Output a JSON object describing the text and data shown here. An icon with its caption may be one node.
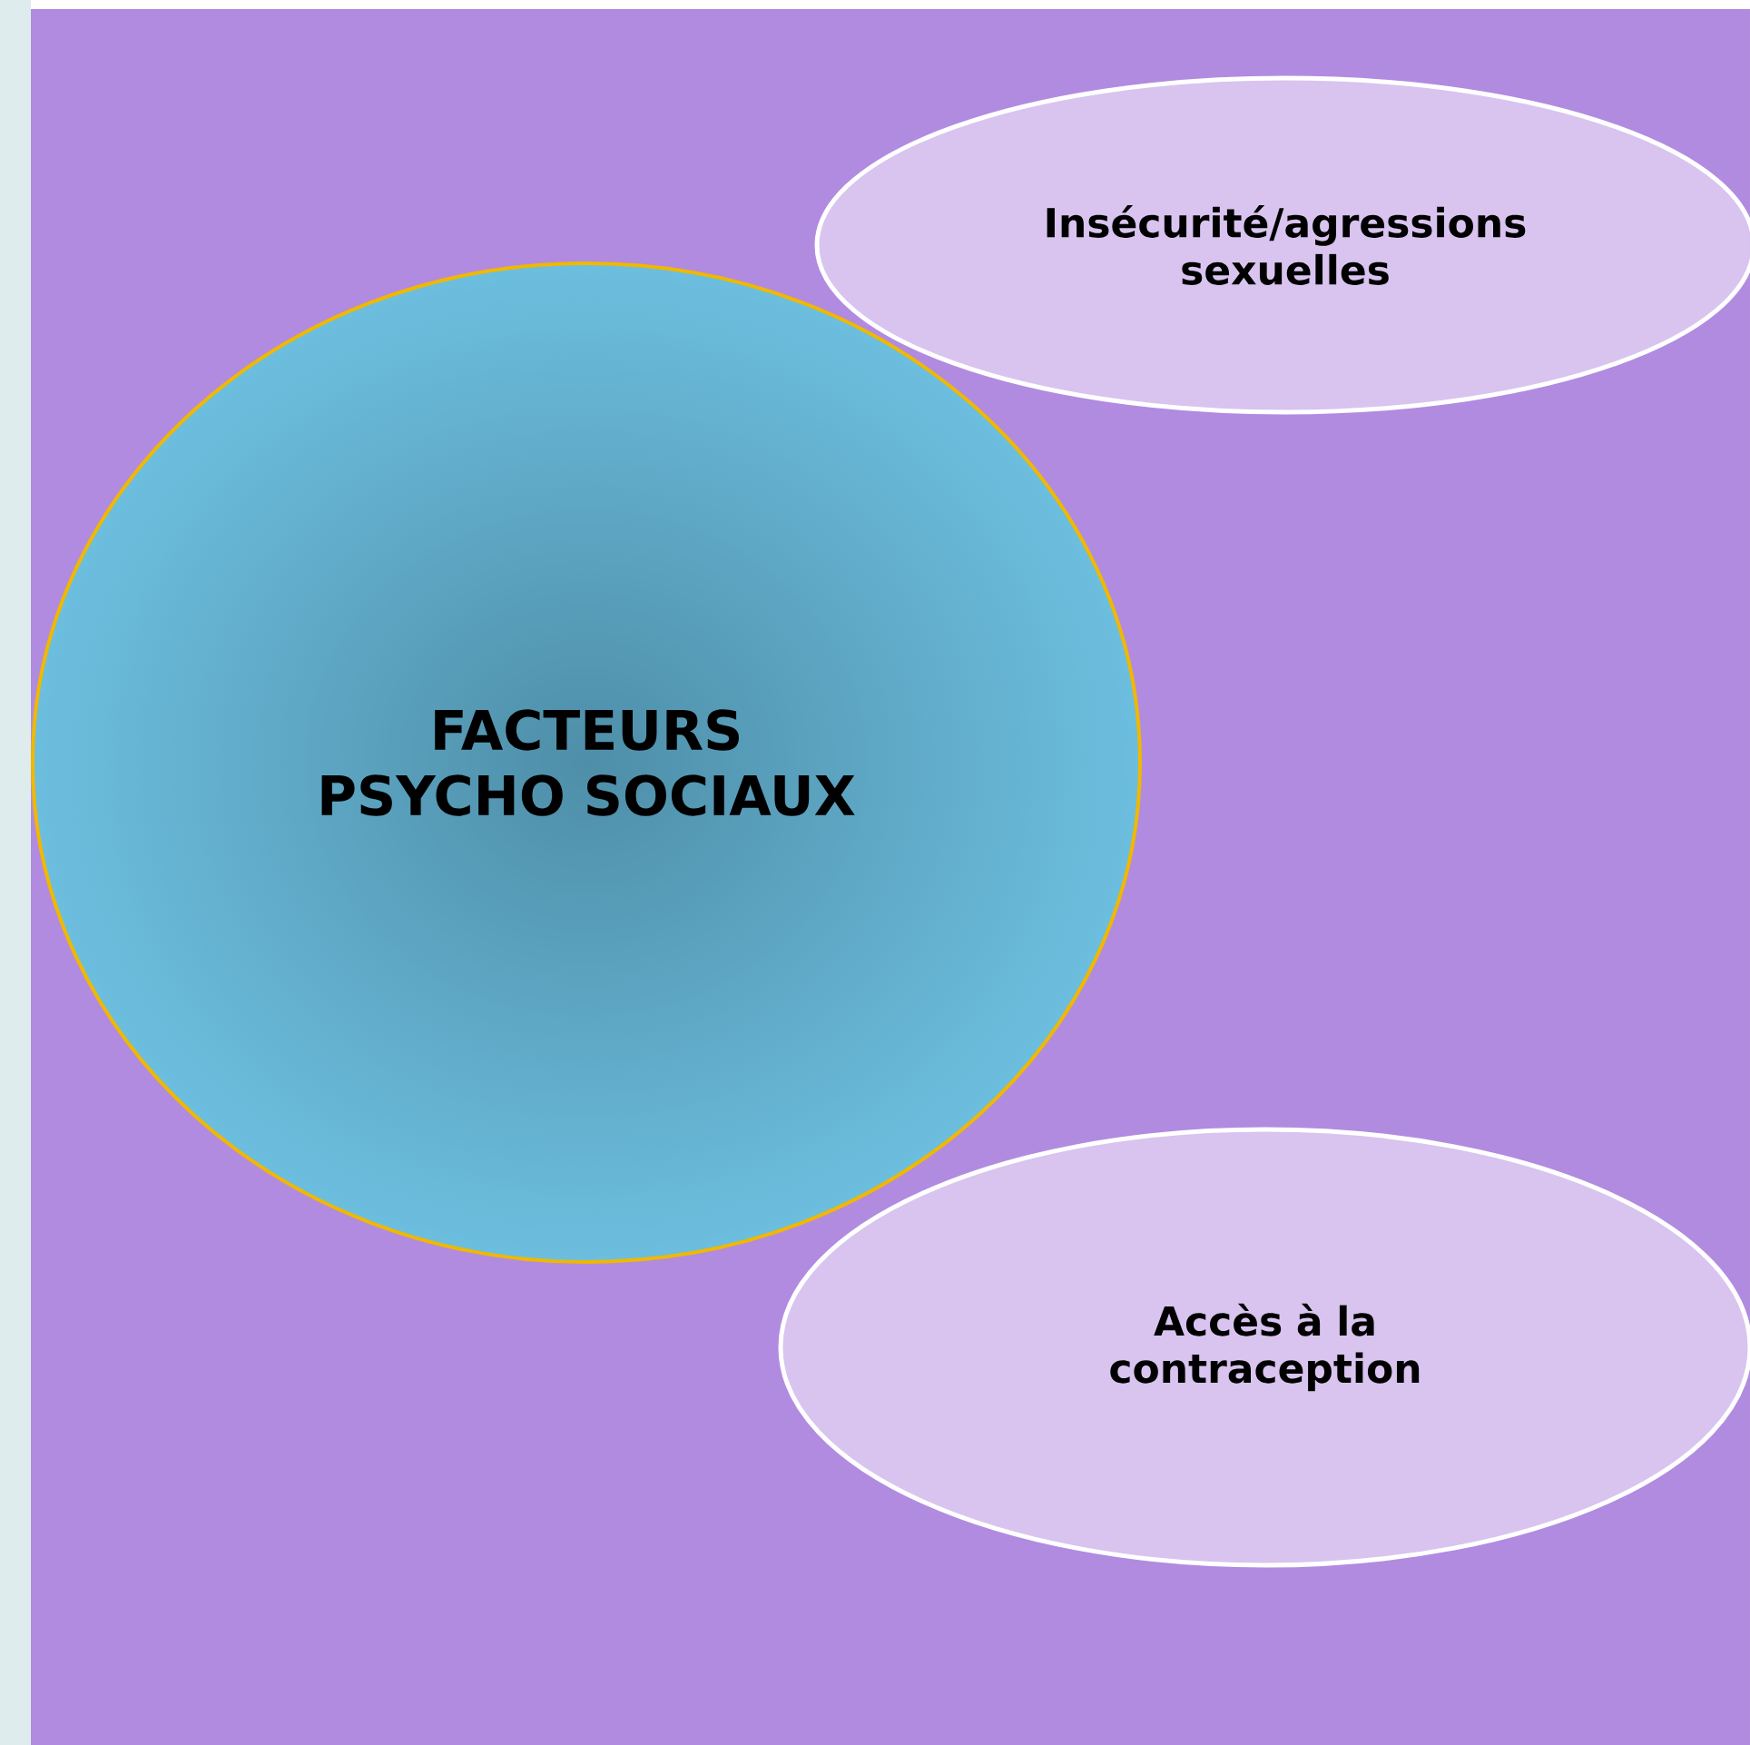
{
  "diagram": {
    "nodes": [
      {
        "text": [
          "FACTEURS PSYCHO SOCIAUX"
        ]
      },
      {
        "text": [
          "Insécurité/agressions sexuelles"
        ]
      },
      {
        "text": [
          "Accès à la contraception"
        ]
      }
    ]
  }
}
